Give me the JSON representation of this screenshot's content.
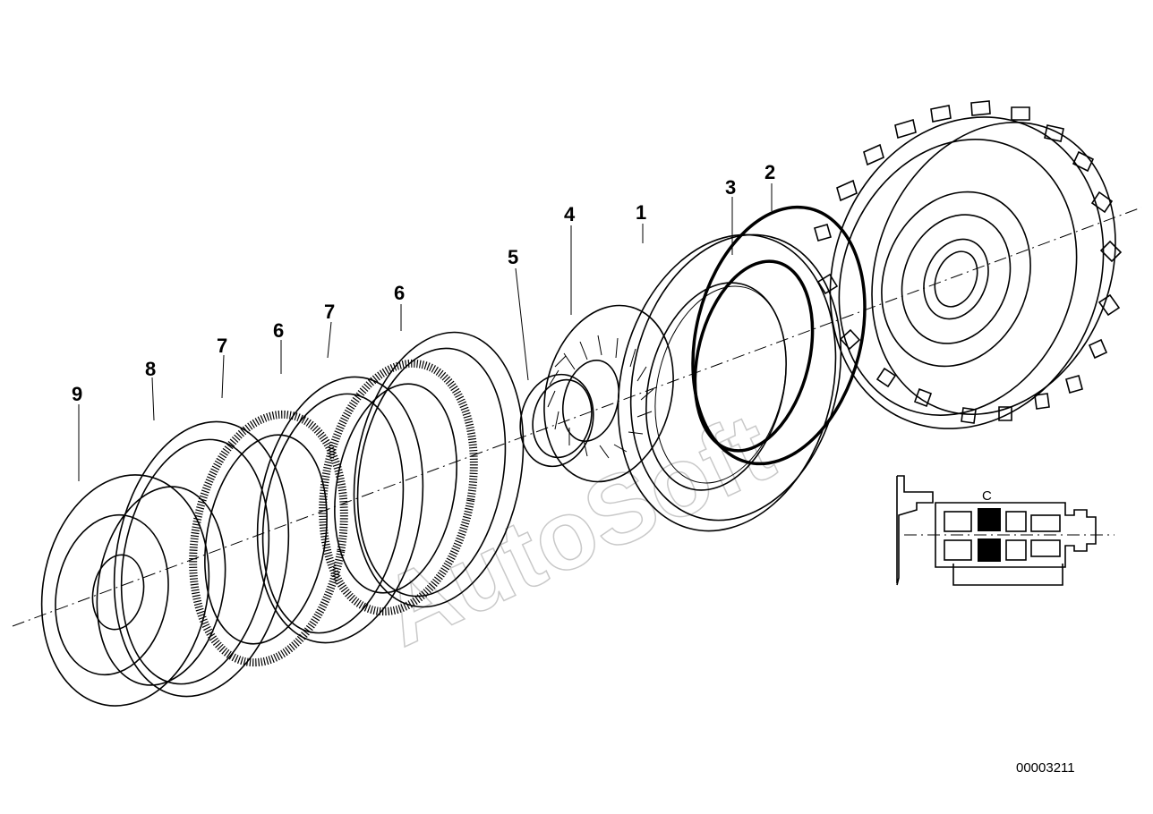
{
  "callouts": [
    {
      "id": "1",
      "label": "1"
    },
    {
      "id": "2",
      "label": "2"
    },
    {
      "id": "3",
      "label": "3"
    },
    {
      "id": "4",
      "label": "4"
    },
    {
      "id": "5",
      "label": "5"
    },
    {
      "id": "6a",
      "label": "6"
    },
    {
      "id": "6b",
      "label": "6"
    },
    {
      "id": "7a",
      "label": "7"
    },
    {
      "id": "7b",
      "label": "7"
    },
    {
      "id": "8",
      "label": "8"
    },
    {
      "id": "9",
      "label": "9"
    }
  ],
  "drawing_number": "00003211",
  "inset": {
    "label": "C"
  },
  "watermark": "AutoSoft"
}
